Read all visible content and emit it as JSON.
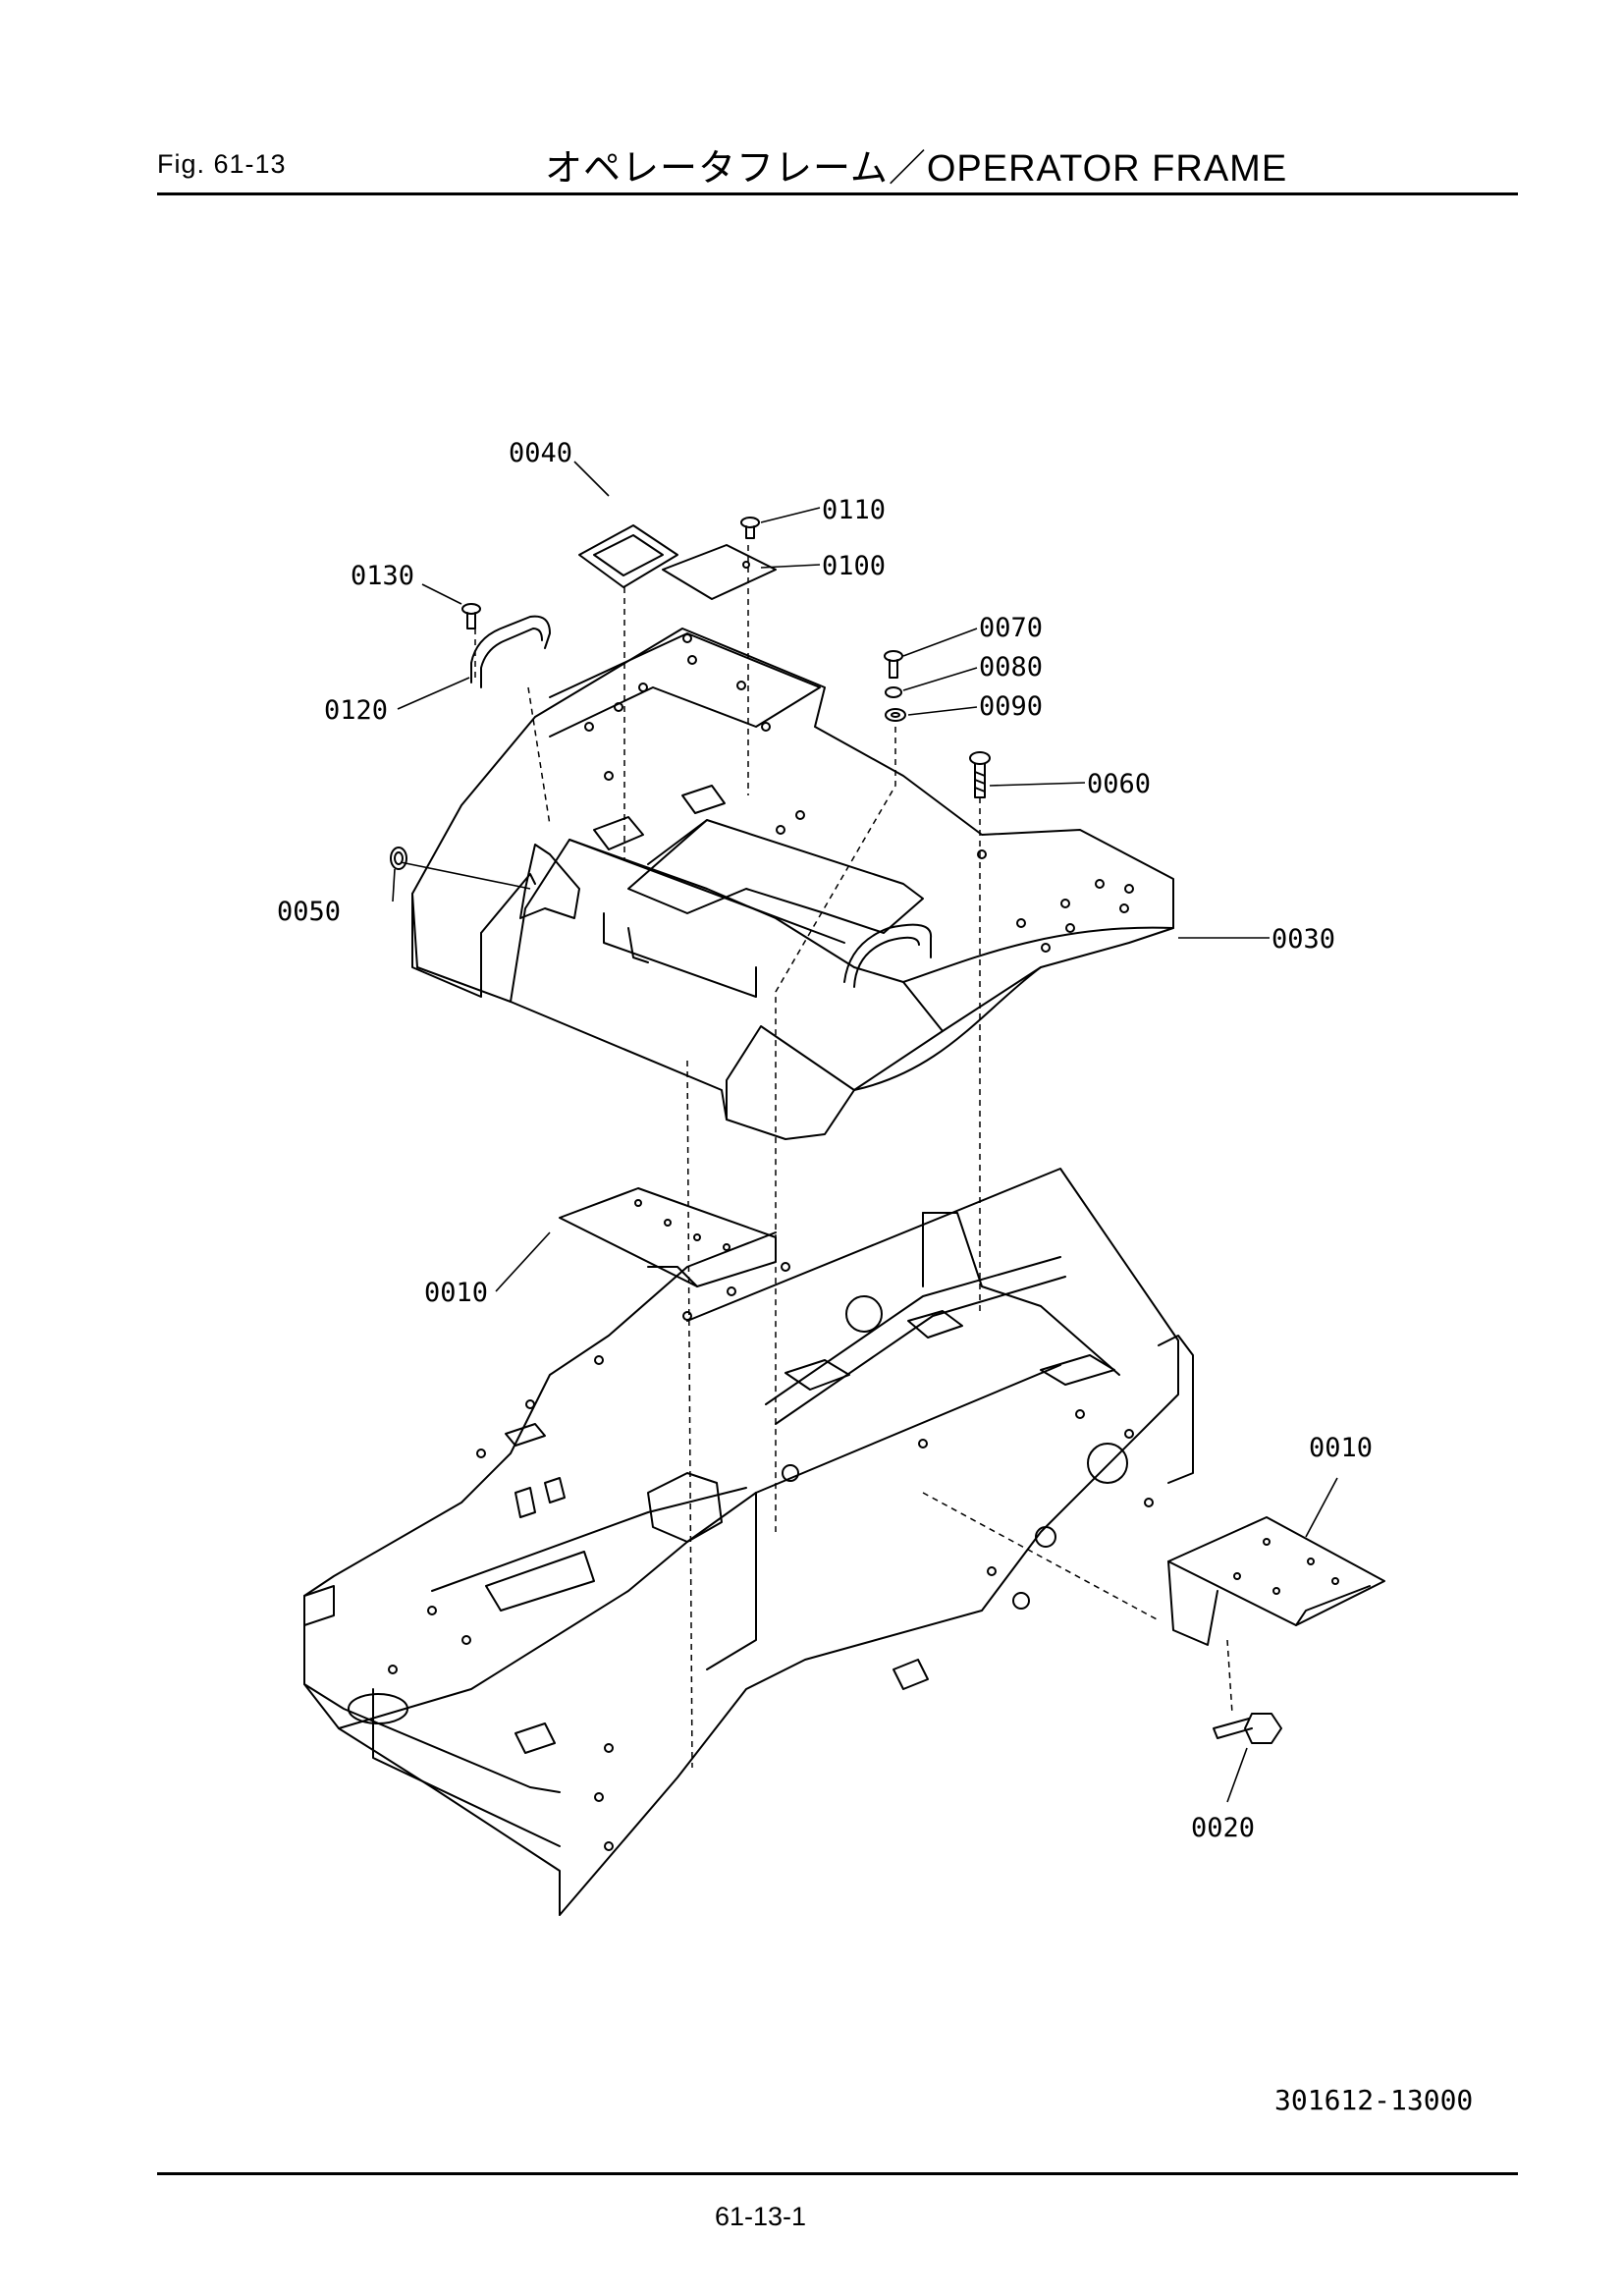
{
  "header": {
    "figure_number": "Fig. 61-13",
    "title": "オペレータフレーム／OPERATOR  FRAME"
  },
  "diagram": {
    "part_callouts": {
      "p0010_upper": "0010",
      "p0010_lower": "0010",
      "p0020": "0020",
      "p0030": "0030",
      "p0040": "0040",
      "p0050": "0050",
      "p0060": "0060",
      "p0070": "0070",
      "p0080": "0080",
      "p0090": "0090",
      "p0100": "0100",
      "p0110": "0110",
      "p0120": "0120",
      "p0130": "0130"
    }
  },
  "footer": {
    "drawing_number": "301612-13000",
    "page_number": "61-13-1"
  }
}
